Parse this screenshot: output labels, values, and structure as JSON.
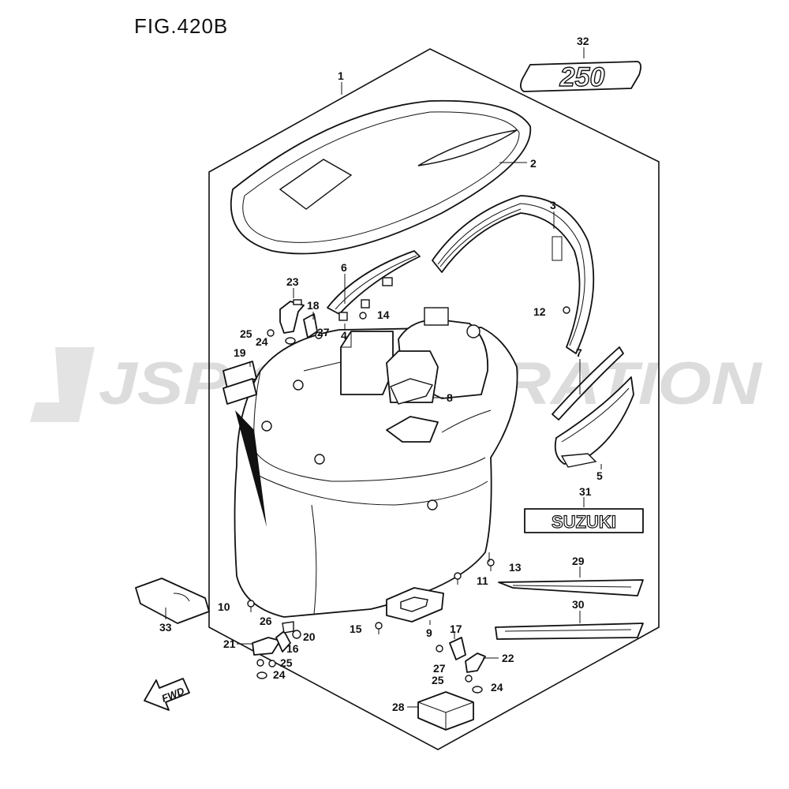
{
  "figure": {
    "title": "FIG.420B"
  },
  "watermark": {
    "text": "JSP CORPORATION",
    "color": "#d8d8d8"
  },
  "badges": {
    "model": "250",
    "brand": "SUZUKI"
  },
  "fwd_arrow": {
    "label": "FWD"
  },
  "callouts": {
    "c1": "1",
    "c2": "2",
    "c3": "3",
    "c4": "4",
    "c5": "5",
    "c6": "6",
    "c7": "7",
    "c8": "8",
    "c9": "9",
    "c10": "10",
    "c11": "11",
    "c12": "12",
    "c13": "13",
    "c14": "14",
    "c15": "15",
    "c16": "16",
    "c17": "17",
    "c18": "18",
    "c19": "19",
    "c20": "20",
    "c21": "21",
    "c22": "22",
    "c23": "23",
    "c24a": "24",
    "c24b": "24",
    "c24c": "24",
    "c25a": "25",
    "c25b": "25",
    "c25c": "25",
    "c26": "26",
    "c27a": "27",
    "c27b": "27",
    "c28": "28",
    "c29": "29",
    "c30": "30",
    "c31": "31",
    "c32": "32",
    "c33": "33"
  }
}
